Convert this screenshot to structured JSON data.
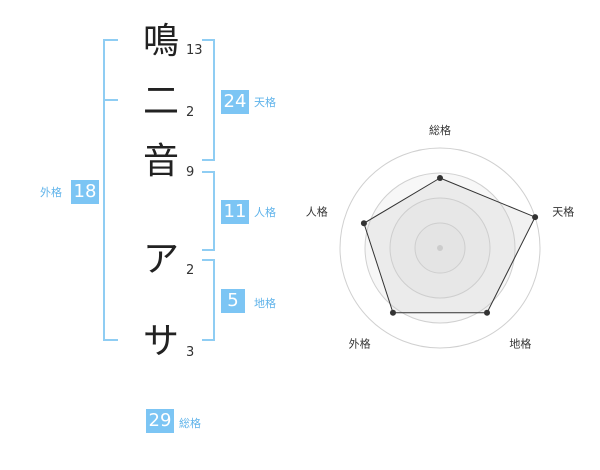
{
  "name": {
    "characters": [
      {
        "char": "鳴",
        "strokes": "13"
      },
      {
        "char": "二",
        "strokes": "2"
      },
      {
        "char": "音",
        "strokes": "9"
      },
      {
        "char": "ア",
        "strokes": "2"
      },
      {
        "char": "サ",
        "strokes": "3"
      }
    ]
  },
  "fortunes": {
    "tenkaku": {
      "value": "24",
      "label": "天格"
    },
    "jinkaku": {
      "value": "11",
      "label": "人格"
    },
    "chikaku": {
      "value": "5",
      "label": "地格"
    },
    "gaikaku": {
      "value": "18",
      "label": "外格"
    },
    "soukaku": {
      "value": "29",
      "label": "総格"
    }
  },
  "colors": {
    "accent": "#7cc5f4",
    "accent_text": "#5fb3ea",
    "bracket": "#8fcdf3"
  },
  "chart_data": {
    "type": "radar",
    "axes": [
      "総格",
      "天格",
      "地格",
      "外格",
      "人格"
    ],
    "values": [
      0.7,
      1.0,
      0.8,
      0.8,
      0.8
    ],
    "max": 1.0,
    "rings": 4
  }
}
